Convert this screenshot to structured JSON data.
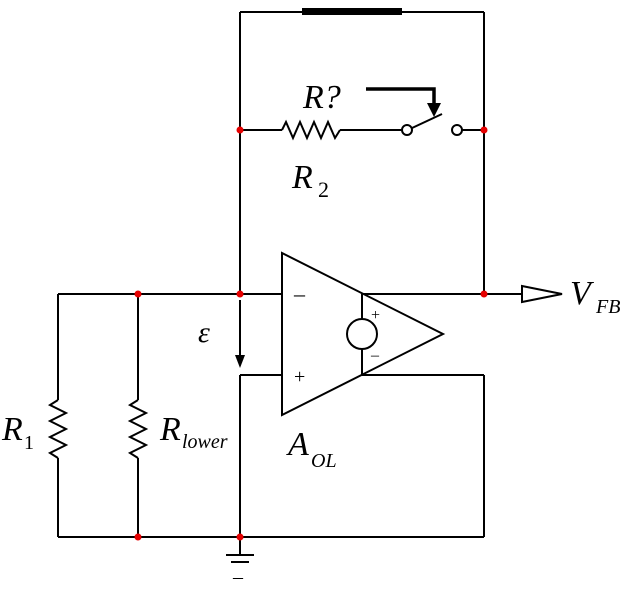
{
  "labels": {
    "r_unknown": "R?",
    "r2_main": "R",
    "r2_sub": "2",
    "r1_main": "R",
    "r1_sub": "1",
    "rlower_main": "R",
    "rlower_sub": "lower",
    "vfb_main": "V",
    "vfb_sub": "FB",
    "aol_main": "A",
    "aol_sub": "OL",
    "epsilon": "ε",
    "opamp_minus": "–",
    "opamp_plus": "+",
    "source_plus": "+",
    "source_minus": "–",
    "ground_minus": "–"
  },
  "colors": {
    "wire": "#000000",
    "node": "#e60000"
  }
}
